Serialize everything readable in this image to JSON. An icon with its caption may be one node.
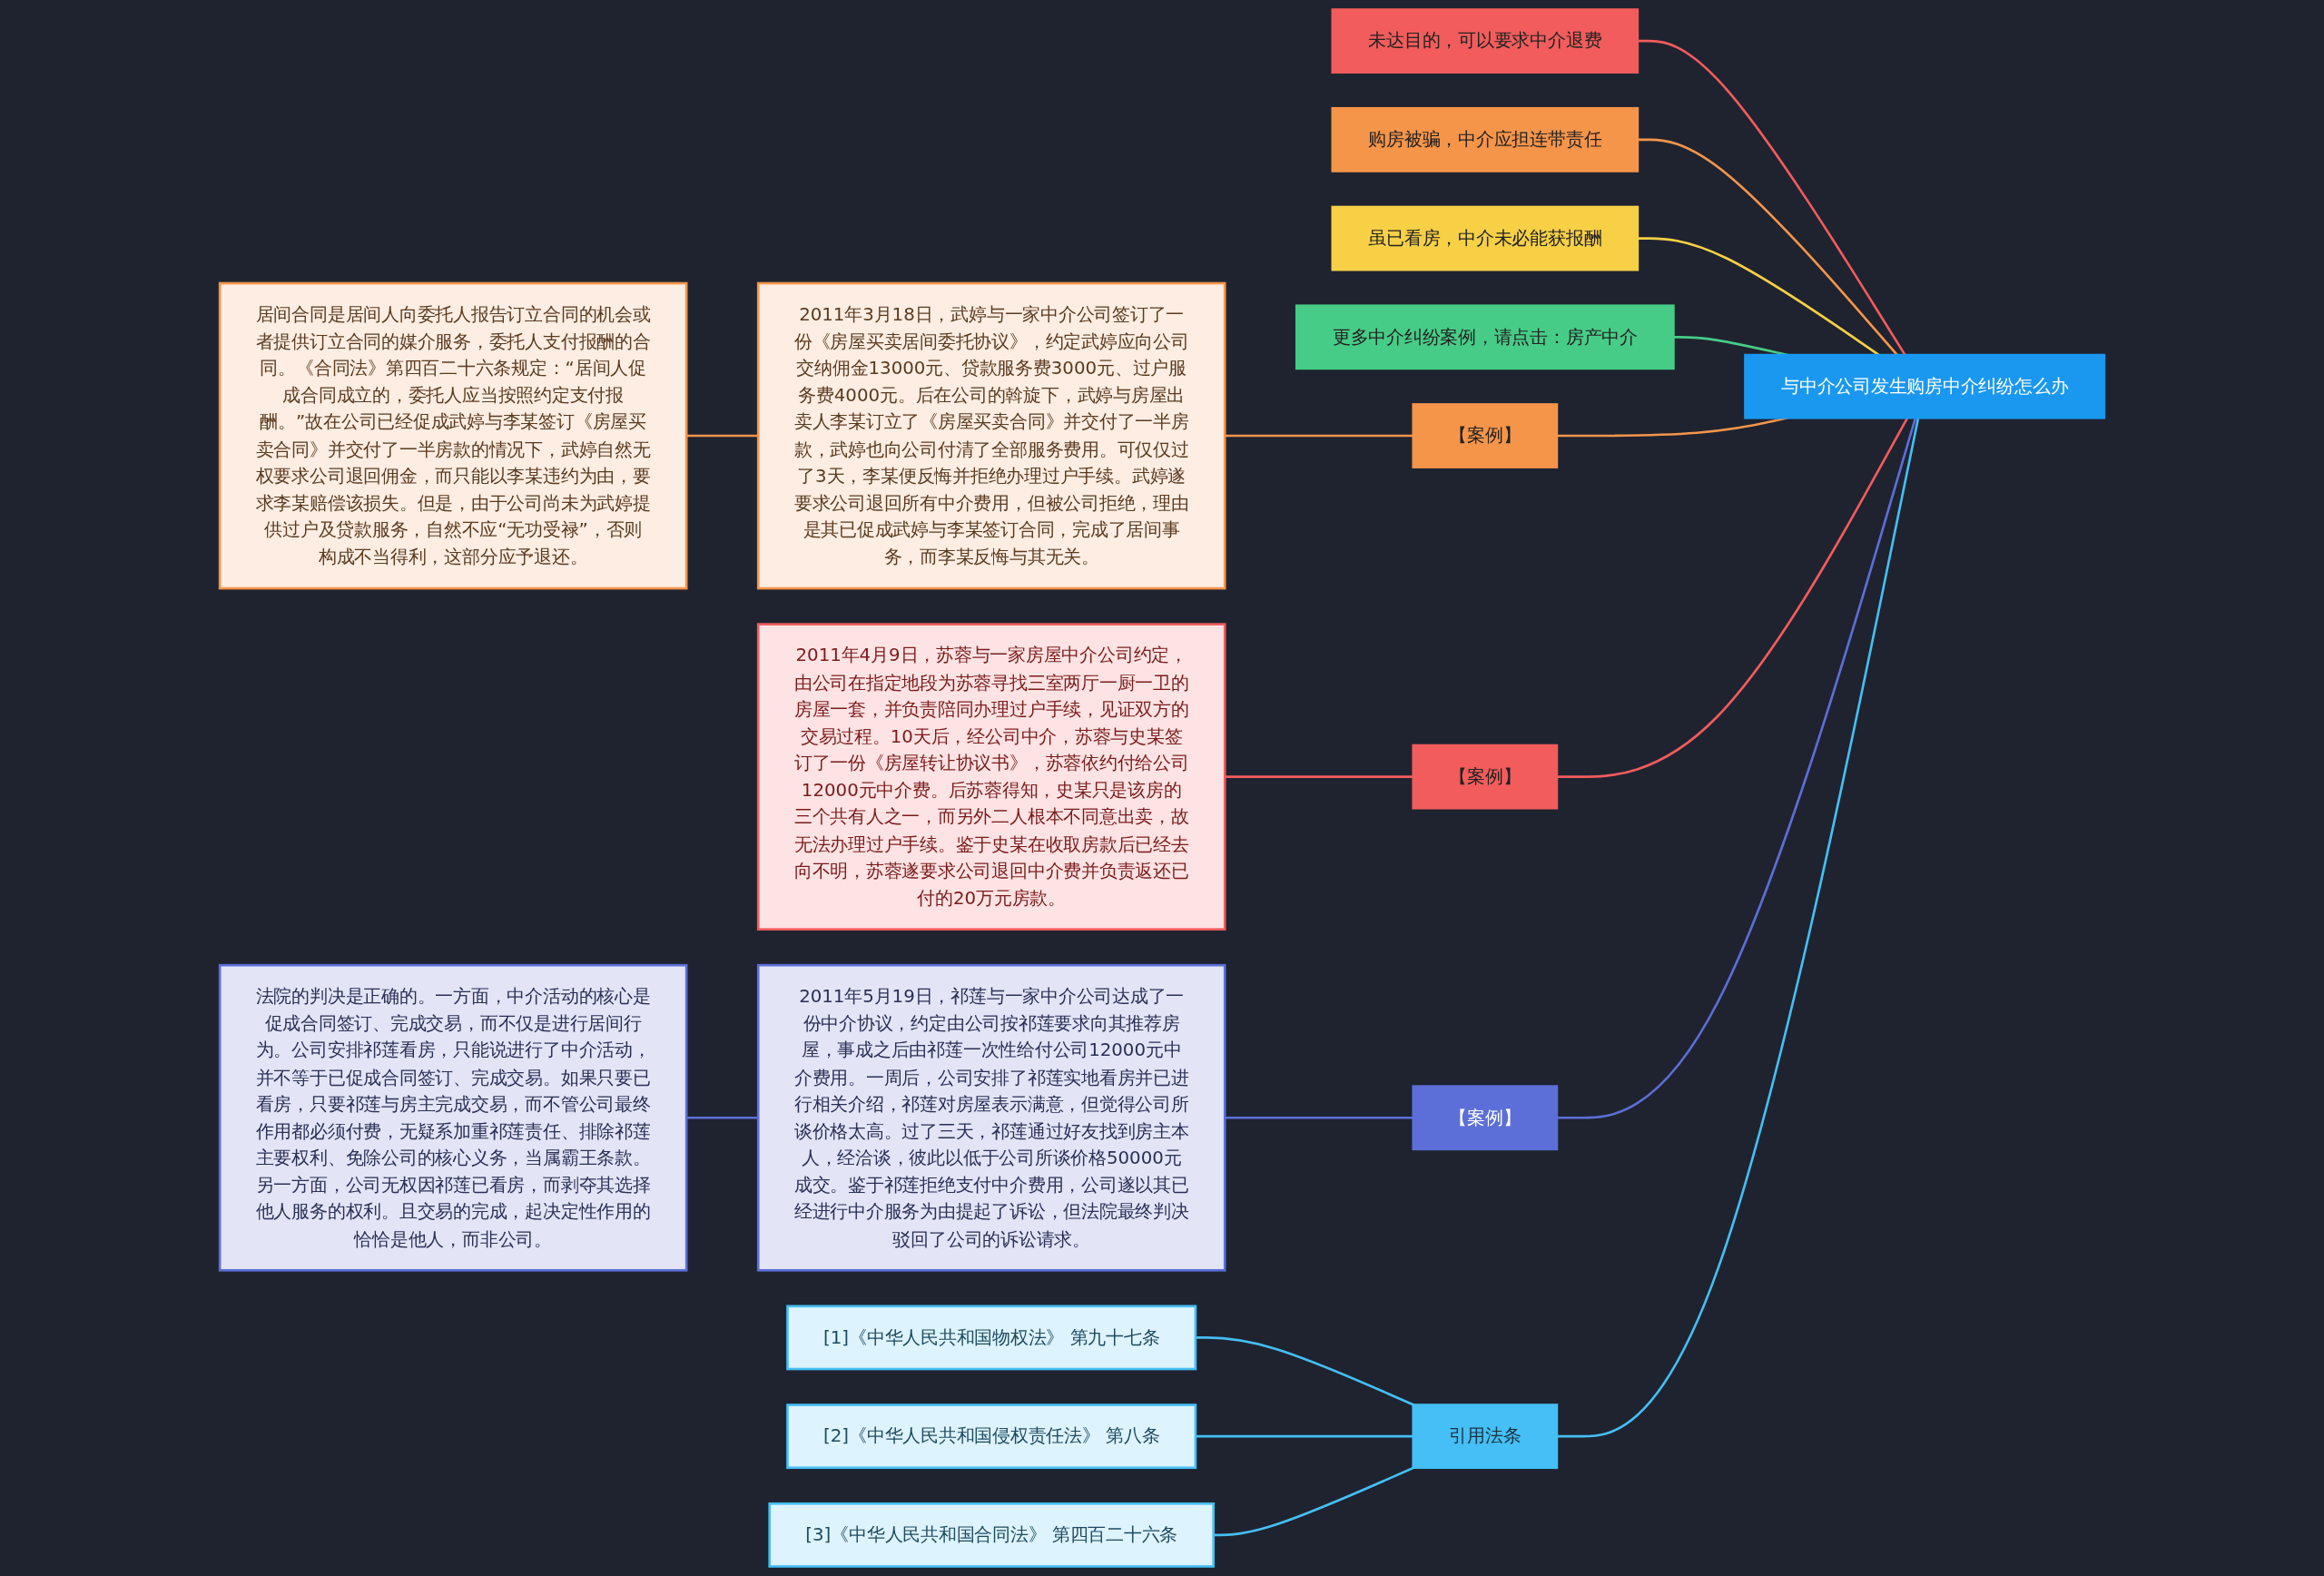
{
  "diagram": {
    "nodes": [
      {
        "text": [
          "与中介公司发生购房中介纠纷怎么办"
        ]
      },
      {
        "text": [
          "【案例】"
        ]
      },
      {
        "text": [
          "2011年3月18日，武婷与一家中介公司签订了一份《房屋买卖居间委托协议》，约定武婷应向公司交纳佣金13000元、贷款服务费3000元、过户服务费4000元。后在公司的斡旋下，武婷与房屋出卖人李某订立了《房屋买卖合同》并交付了一半房款，武婷也向公司付清了全部服务费用。可仅仅过了3天，李某便反悔并拒绝办理过户手续。武婷遂要求公司退回所有中介费用，但被公司拒绝，理由是其已促成武婷与李某签订合同，完成了居间事务，而李某反悔与其无关。"
        ]
      },
      {
        "text": [
          "居间合同是居间人向委托人报告订立合同的机会或者提供订立合同的媒介服务，委托人支付报酬的合同。《合同法》第四百二十六条规定：“居间人促成合同成立的，委托人应当按照约定支付报酬。”故在公司已经促成武婷与李某签订《房屋买卖合同》并交付了一半房款的情况下，武婷自然无权要求公司退回佣金，而只能以李某违约为由，要求李某赔偿该损失。但是，由于公司尚未为武婷提供过户及贷款服务，自然不应“无功受禄”，否则构成不当得利，这部分应予退还。"
        ]
      },
      {
        "text": [
          "【案例】"
        ]
      },
      {
        "text": [
          "2011年4月9日，苏蓉与一家房屋中介公司约定，由公司在指定地段为苏蓉寻找三室两厅一厨一卫的房屋一套，并负责陪同办理过户手续，见证双方的交易过程。10天后，经公司中介，苏蓉与史某签订了一份《房屋转让协议书》，苏蓉依约付给公司12000元中介费。后苏蓉得知，史某只是该房的三个共有人之一，而另外二人根本不同意出卖，故无法办理过户手续。鉴于史某在收取房款后已经去向不明，苏蓉遂要求公司退回中介费并负责返还已付的20万元房款。"
        ]
      },
      {
        "text": [
          "【案例】"
        ]
      },
      {
        "text": [
          "2011年5月19日，祁莲与一家中介公司达成了一份中介协议，约定由公司按祁莲要求向其推荐房屋，事成之后由祁莲一次性给付公司12000元中介费用。一周后，公司安排了祁莲实地看房并已进行相关介绍，祁莲对房屋表示满意，但觉得公司所谈价格太高。过了三天，祁莲通过好友找到房主本人，经洽谈，彼此以低于公司所谈价格50000元成交。鉴于祁莲拒绝支付中介费用，公司遂以其已经进行中介服务为由提起了诉讼，但法院最终判决驳回了公司的诉讼请求。"
        ]
      },
      {
        "text": [
          "法院的判决是正确的。一方面，中介活动的核心是促成合同签订、完成交易，而不仅是进行居间行为。公司安排祁莲看房，只能说进行了中介活动，并不等于已促成合同签订、完成交易。如果只要已看房，只要祁莲与房主完成交易，而不管公司最终作用都必须付费，无疑系加重祁莲责任、排除祁莲主要权利、免除公司的核心义务，当属霸王条款。另一方面，公司无权因祁莲已看房，而剥夺其选择他人服务的权利。且交易的完成，起决定性作用的恰恰是他人，而非公司。"
        ]
      },
      {
        "text": [
          "引用法条"
        ]
      },
      {
        "text": [
          "[1]《中华人民共和国物权法》 第九十七条"
        ]
      },
      {
        "text": [
          "[2]《中华人民共和国侵权责任法》 第八条"
        ]
      },
      {
        "text": [
          "[3]《中华人民共和国合同法》 第四百二十六条"
        ]
      },
      {
        "text": [
          "未达目的，可以要求中介退费"
        ]
      },
      {
        "text": [
          "购房被骗，中介应担连带责任"
        ]
      },
      {
        "text": [
          "虽已看房，中介未必能获报酬"
        ]
      },
      {
        "text": [
          "更多中介纠纷案例，请点击：房产中介"
        ]
      }
    ],
    "edges": [
      {
        "from": 0,
        "to": 1,
        "arrow": "none",
        "color": "#f5954a"
      },
      {
        "from": 1,
        "to": 2,
        "arrow": "none",
        "color": "#f5954a"
      },
      {
        "from": 2,
        "to": 3,
        "arrow": "none",
        "color": "#f5954a"
      },
      {
        "from": 0,
        "to": 4,
        "arrow": "none",
        "color": "#f25c5c"
      },
      {
        "from": 4,
        "to": 5,
        "arrow": "none",
        "color": "#f25c5c"
      },
      {
        "from": 0,
        "to": 6,
        "arrow": "none",
        "color": "#5c6fd8"
      },
      {
        "from": 6,
        "to": 7,
        "arrow": "none",
        "color": "#5c6fd8"
      },
      {
        "from": 7,
        "to": 8,
        "arrow": "none",
        "color": "#5c6fd8"
      },
      {
        "from": 0,
        "to": 9,
        "arrow": "none",
        "color": "#45bff5"
      },
      {
        "from": 9,
        "to": 10,
        "arrow": "none",
        "color": "#45bff5"
      },
      {
        "from": 9,
        "to": 11,
        "arrow": "none",
        "color": "#45bff5"
      },
      {
        "from": 9,
        "to": 12,
        "arrow": "none",
        "color": "#45bff5"
      },
      {
        "from": 0,
        "to": 13,
        "arrow": "none",
        "color": "#f25c5c"
      },
      {
        "from": 0,
        "to": 14,
        "arrow": "none",
        "color": "#f5954a"
      },
      {
        "from": 0,
        "to": 15,
        "arrow": "none",
        "color": "#f7d046"
      },
      {
        "from": 0,
        "to": 16,
        "arrow": "none",
        "color": "#47cc87"
      }
    ]
  }
}
